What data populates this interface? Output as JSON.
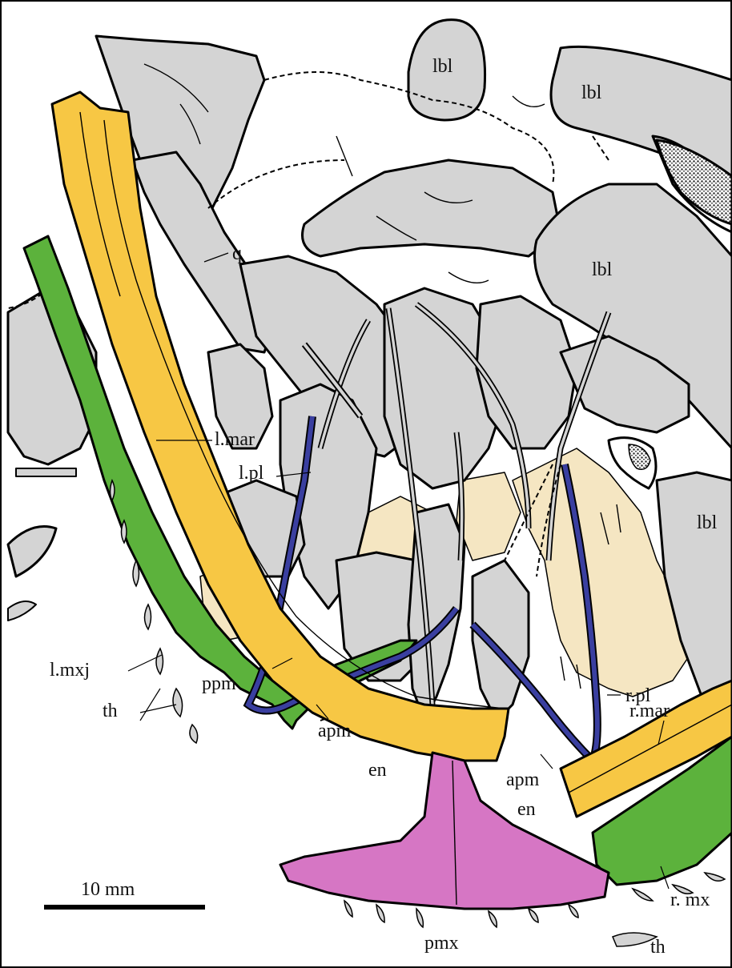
{
  "colors": {
    "background": "#ffffff",
    "bone_gray": "#d4d4d4",
    "marginal_yellow": "#f7c744",
    "maxilla_green": "#5cb23c",
    "palatal_blue": "#3a3fa0",
    "premaxilla_pink": "#d676c4",
    "beige_matrix": "#f5e6c2",
    "stipple": "#222222",
    "outline": "#000000"
  },
  "labels": {
    "lbl_top1": "lbl",
    "lbl_top2": "lbl",
    "lbl_mid": "lbl",
    "lbl_right": "lbl",
    "q": "q",
    "l_mar": "l.mar",
    "l_pl": "l.pl",
    "l_mxj": "l.mxj",
    "th_left": "th",
    "apm_left": "apm",
    "ppm": "ppm",
    "en_left": "en",
    "apm_right": "apm",
    "en_right": "en",
    "r_pl": "r.pl",
    "r_mar": "r.mar",
    "r_mx": "r. mx",
    "th_right": "th",
    "pmx": "pmx"
  },
  "scale_bar": {
    "label": "10 mm"
  }
}
